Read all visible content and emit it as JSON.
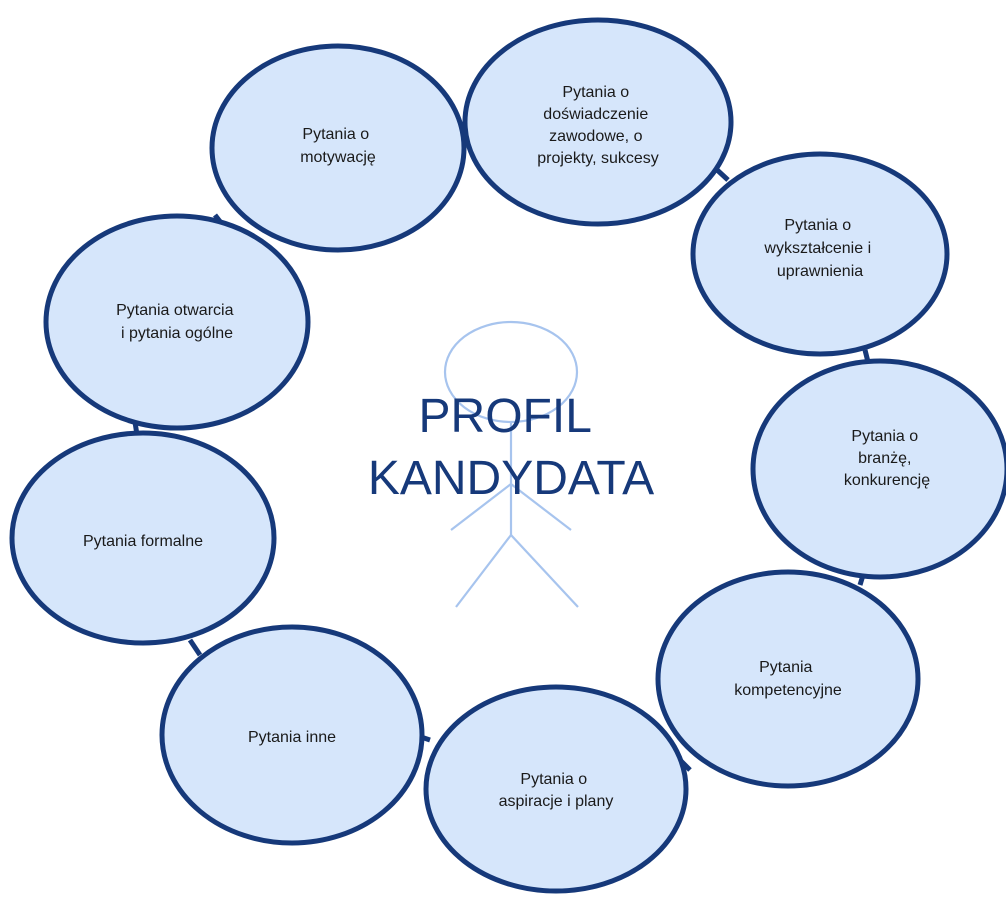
{
  "center": {
    "line1": "PROFIL",
    "line2": "KANDYDATA"
  },
  "nodes": [
    {
      "id": "motywacje",
      "lines": [
        "Pytania o",
        "motywację"
      ]
    },
    {
      "id": "doswiadczenie",
      "lines": [
        "Pytania o",
        "doświadczenie",
        "zawodowe, o",
        "projekty, sukcesy"
      ]
    },
    {
      "id": "wyksztalcenie",
      "lines": [
        "Pytania o",
        "wykształcenie i",
        "uprawnienia"
      ]
    },
    {
      "id": "branze",
      "lines": [
        "Pytania o",
        "branżę,",
        "konkurencję"
      ]
    },
    {
      "id": "kompetencyjne",
      "lines": [
        "Pytania",
        "kompetencyjne"
      ]
    },
    {
      "id": "aspiracje",
      "lines": [
        "Pytania o",
        "aspiracje i plany"
      ]
    },
    {
      "id": "inne",
      "lines": [
        "Pytania inne"
      ]
    },
    {
      "id": "formalne",
      "lines": [
        "Pytania formalne"
      ]
    },
    {
      "id": "otwarcia",
      "lines": [
        "Pytania otwarcia",
        "i pytania ogólne"
      ]
    }
  ],
  "colors": {
    "node_fill": "#d6e6fb",
    "node_border": "#16397a",
    "center_text": "#16397a",
    "figure_stroke": "#a7c4ee"
  }
}
